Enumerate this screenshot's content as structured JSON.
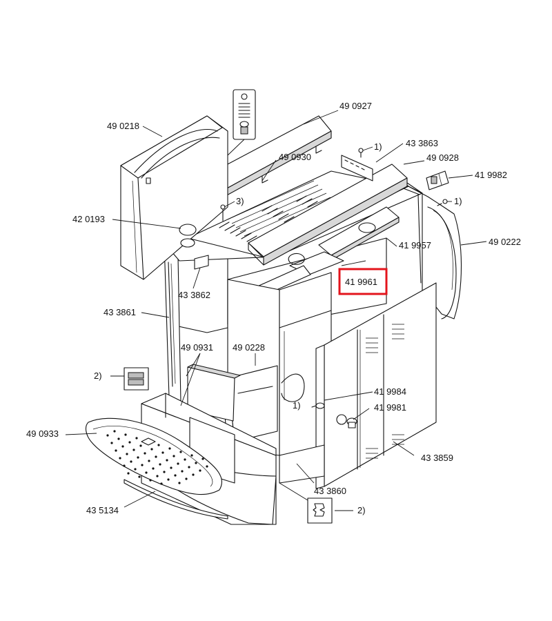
{
  "parts": [
    {
      "id": "p-490927",
      "label": "49 0927"
    },
    {
      "id": "p-490218",
      "label": "49 0218"
    },
    {
      "id": "p-433863",
      "label": "43 3863"
    },
    {
      "id": "p-490930",
      "label": "49 0930"
    },
    {
      "id": "p-490928",
      "label": "49 0928"
    },
    {
      "id": "p-419982",
      "label": "41 9982"
    },
    {
      "id": "p-420193",
      "label": "42 0193"
    },
    {
      "id": "p-490222",
      "label": "49 0222"
    },
    {
      "id": "p-419957",
      "label": "41 9957"
    },
    {
      "id": "p-419961",
      "label": "41 9961",
      "highlighted": true
    },
    {
      "id": "p-433862",
      "label": "43 3862"
    },
    {
      "id": "p-433861",
      "label": "43 3861"
    },
    {
      "id": "p-490931",
      "label": "49 0931"
    },
    {
      "id": "p-490228",
      "label": "49 0228"
    },
    {
      "id": "p-419984",
      "label": "41 9984"
    },
    {
      "id": "p-419981",
      "label": "41 9981"
    },
    {
      "id": "p-490933",
      "label": "49 0933"
    },
    {
      "id": "p-433859",
      "label": "43 3859"
    },
    {
      "id": "p-433860",
      "label": "43 3860"
    },
    {
      "id": "p-435134",
      "label": "43 5134"
    }
  ],
  "notes": {
    "n1a": "1)",
    "n1b": "1)",
    "n1c": "1)",
    "n2a": "2)",
    "n2b": "2)",
    "n3": "3)"
  },
  "highlight_color": "#e3141c"
}
